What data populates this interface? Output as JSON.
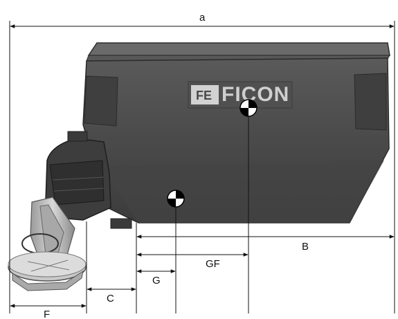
{
  "diagram": {
    "brand": {
      "logo_mark": "FE",
      "name": "FICON"
    },
    "dimensions": {
      "a": "a",
      "B": "B",
      "GF": "GF",
      "G": "G",
      "C": "C",
      "F": "F"
    },
    "colors": {
      "hopper_body": "#4b4b4b",
      "hopper_dark": "#3a3a3a",
      "spinner_metal": "#bdbdbd",
      "dimension_lines": "#111111"
    }
  }
}
